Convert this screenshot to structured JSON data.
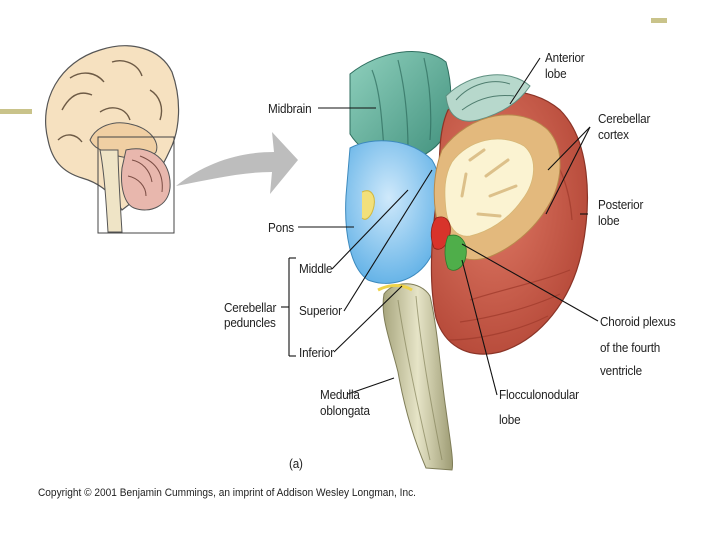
{
  "labels": {
    "midbrain": "Midbrain",
    "pons": "Pons",
    "middle": "Middle",
    "superior": "Superior",
    "inferior": "Inferior",
    "cerebellar_peduncles_1": "Cerebellar",
    "cerebellar_peduncles_2": "peduncles",
    "medulla_1": "Medulla",
    "medulla_2": "oblongata",
    "anterior_1": "Anterior",
    "anterior_2": "lobe",
    "cortex_1": "Cerebellar",
    "cortex_2": "cortex",
    "posterior_1": "Posterior",
    "posterior_2": "lobe",
    "choroid_1": "Choroid plexus",
    "choroid_2": "of the fourth",
    "choroid_3": "ventricle",
    "floccular_1": "Flocculonodular",
    "floccular_2": "lobe",
    "panel": "(a)"
  },
  "copyright": "Copyright © 2001 Benjamin Cummings, an imprint of Addison Wesley Longman, Inc.",
  "colors": {
    "accent": "#c9c38a",
    "midbrain": "#5fa894",
    "pons": "#8ec9ee",
    "medulla": "#c9c7a3",
    "cerebellum": "#c95a4a",
    "white_matter": "#fbf3d2",
    "gray_matter": "#e2b77a",
    "choroid": "#d8332b",
    "flocculonodular": "#4fae4a"
  }
}
